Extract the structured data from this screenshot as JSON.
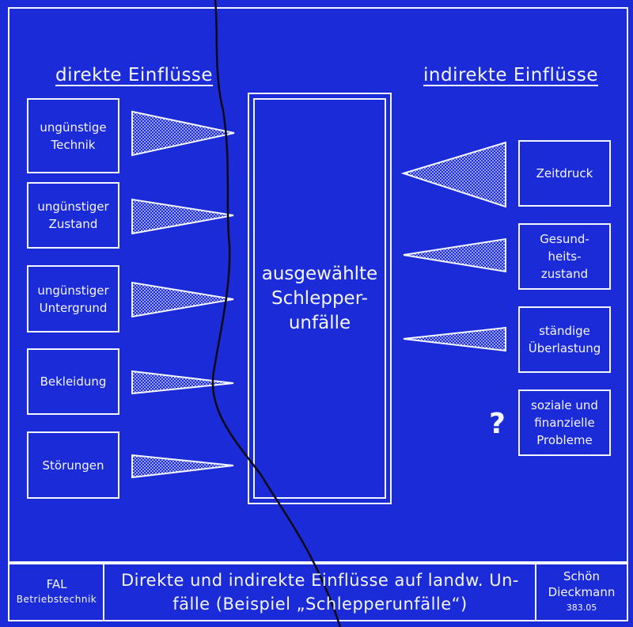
{
  "diagram": {
    "heading_left": "direkte Einflüsse",
    "heading_right": "indirekte Einflüsse",
    "center_label": "ausgewählte\nSchlepper-\nunfälle",
    "left_boxes": [
      {
        "label": "ungünstige\nTechnik"
      },
      {
        "label": "ungünstiger\nZustand"
      },
      {
        "label": "ungünstiger\nUntergrund"
      },
      {
        "label": "Bekleidung"
      },
      {
        "label": "Störungen"
      }
    ],
    "right_boxes": [
      {
        "label": "Zeitdruck"
      },
      {
        "label": "Gesund-\nheits-\nzustand"
      },
      {
        "label": "ständige\nÜberlastung"
      },
      {
        "label": "soziale und\nfinanzielle\nProbleme"
      }
    ],
    "question_mark": "?"
  },
  "footer": {
    "org": "FAL",
    "org_sub": "Betriebstechnik",
    "title": "Direkte und indirekte Einflüsse auf landw. Un-\nfälle (Beispiel „Schlepperunfälle“)",
    "author1": "Schön",
    "author2": "Dieckmann",
    "code": "383.05"
  },
  "colors": {
    "background": "#1c2bd8",
    "foreground": "#f4f6ff",
    "crack": "#0a0a14"
  }
}
